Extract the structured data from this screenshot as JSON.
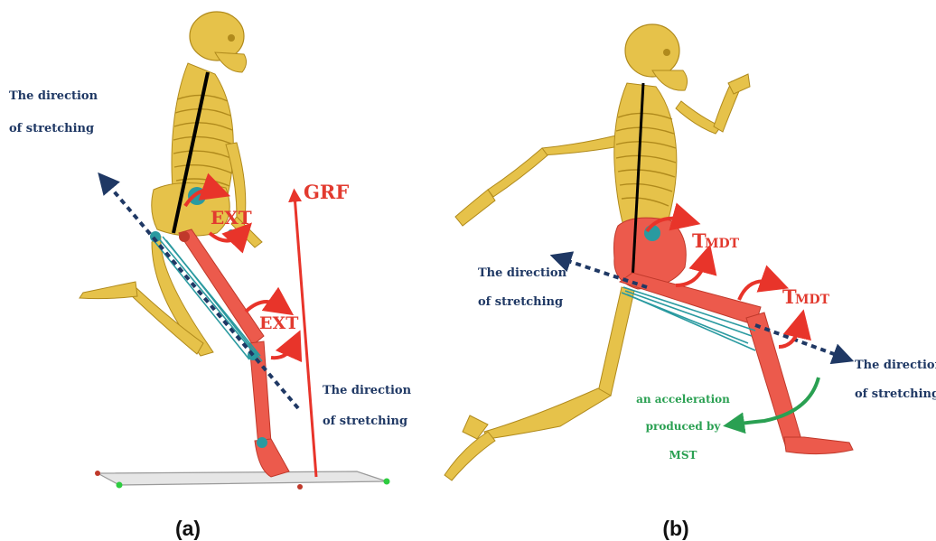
{
  "panel_a": {
    "caption": "(a)",
    "stretch_upper_line1": "The direction",
    "stretch_upper_line2": "of stretching",
    "stretch_lower_line1": "The direction",
    "stretch_lower_line2": "of stretching",
    "grf_label": "GRF",
    "ext_hip_label": "EXT",
    "ext_knee_label": "EXT"
  },
  "panel_b": {
    "caption": "(b)",
    "stretch_left_line1": "The direction",
    "stretch_left_line2": "of stretching",
    "stretch_right_line1": "The direction",
    "stretch_right_line2": "of stretching",
    "tmdt_hip_main": "T",
    "tmdt_hip_sub": "MDT",
    "tmdt_knee_main": "T",
    "tmdt_knee_sub": "MDT",
    "accel_line1": "an acceleration",
    "accel_line2": "produced by",
    "accel_line3": "MST"
  },
  "colors": {
    "bone": "#e6c24a",
    "bone_dark": "#b08a1c",
    "leg_red": "#ec5a4c",
    "arrow_red": "#e8342a",
    "dashed_blue": "#1f3864",
    "teal": "#2a9aa0",
    "green": "#2aa052"
  }
}
